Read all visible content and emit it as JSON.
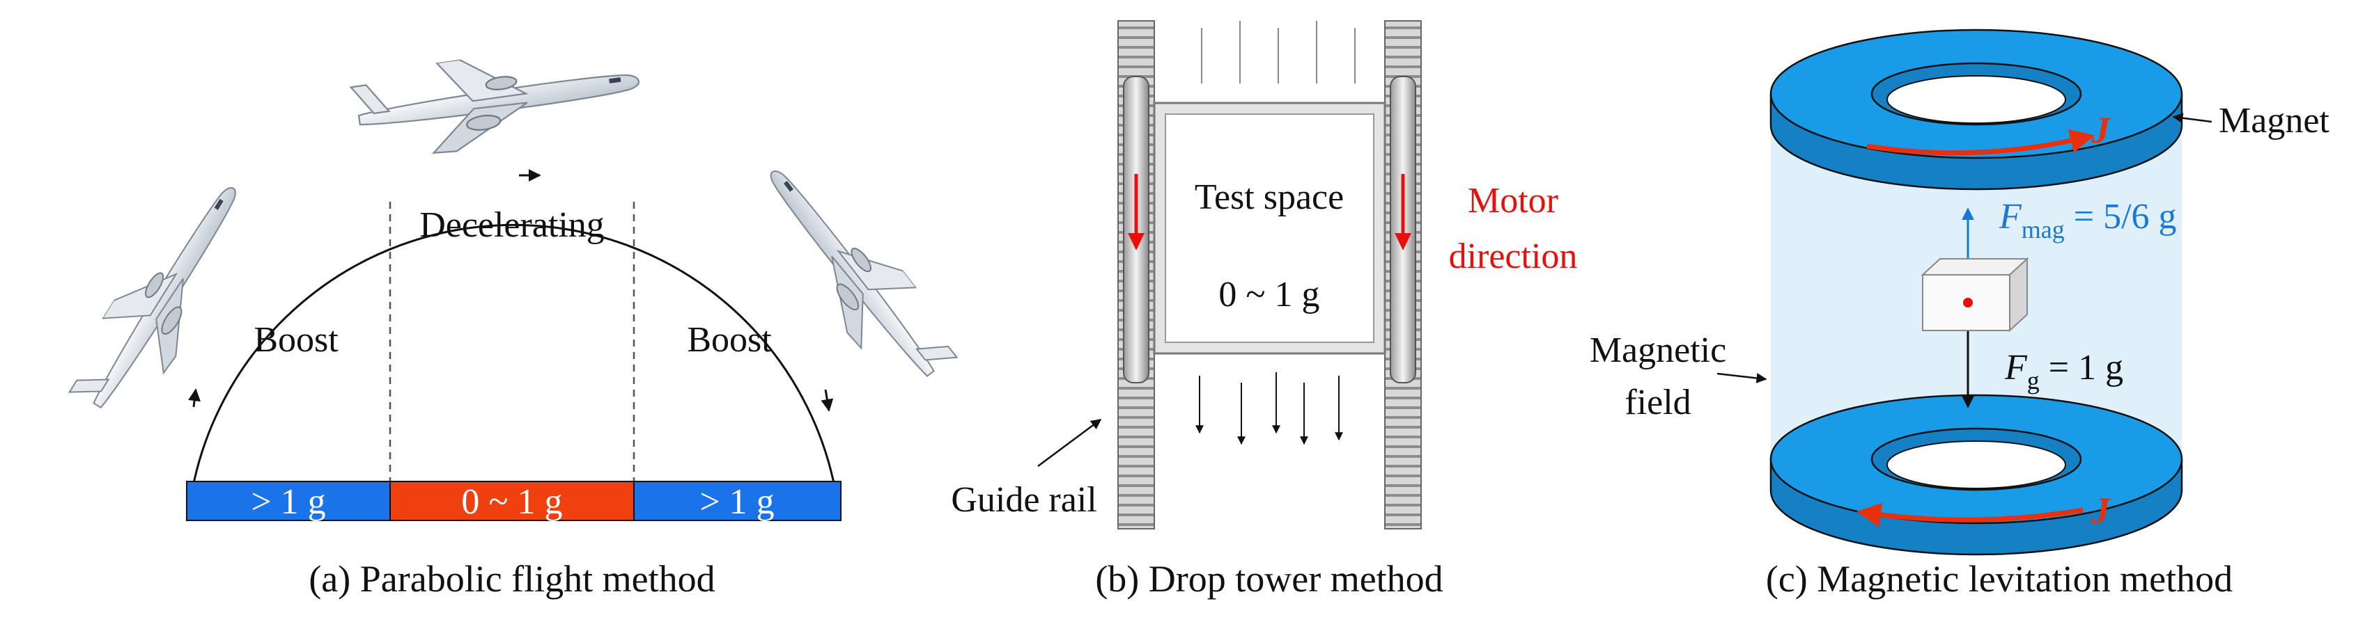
{
  "panel_a": {
    "caption": "(a) Parabolic flight method",
    "phase_left": "Boost",
    "phase_middle": "Decelerating",
    "phase_right": "Boost",
    "bar_left": "> 1 g",
    "bar_middle": "0 ~ 1 g",
    "bar_right": "> 1 g",
    "colors": {
      "boost_bar": "#1a73e8",
      "decel_bar": "#f0400f"
    }
  },
  "panel_b": {
    "caption": "(b) Drop tower method",
    "test_space_label": "Test space",
    "gravity_range": "0 ~ 1 g",
    "motor_label_line1": "Motor",
    "motor_label_line2": "direction",
    "guide_rail_label": "Guide rail",
    "colors": {
      "motor": "#e8100c"
    }
  },
  "panel_c": {
    "caption": "(c) Magnetic levitation method",
    "magnet_label": "Magnet",
    "field_label_line1": "Magnetic",
    "field_label_line2": "field",
    "current_symbol": "J",
    "fmag_symbol": "F",
    "fmag_subscript": "mag",
    "fmag_value": " = 5/6 g",
    "fg_symbol": "F",
    "fg_subscript": "g",
    "fg_value": " = 1 g",
    "colors": {
      "magnet": "#1a9be8",
      "field": "#dff0fa",
      "fmag": "#1a78d6",
      "current": "#e8300c"
    }
  }
}
